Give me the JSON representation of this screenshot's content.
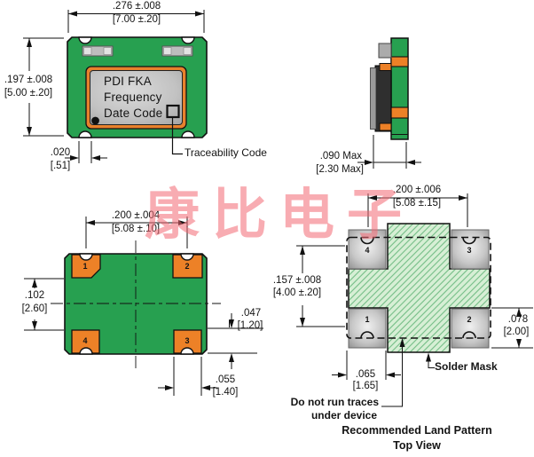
{
  "watermark_text": "康比电子",
  "top_view": {
    "marking_line1": "PDI FKA",
    "marking_line2": "Frequency",
    "marking_line3": "Date Code",
    "traceability_label": "Traceability Code",
    "dim_width_in": ".276 ±.008",
    "dim_width_mm": "[7.00 ±.20]",
    "dim_height_in": ".197 ±.008",
    "dim_height_mm": "[5.00 ±.20]",
    "dim_castellation_in": ".020",
    "dim_castellation_mm": "[.51]"
  },
  "side_view": {
    "dim_thickness_in": ".090 Max",
    "dim_thickness_mm": "[2.30 Max]"
  },
  "bottom_view": {
    "pin_top_left": "1",
    "pin_top_right": "2",
    "pin_bottom_left": "4",
    "pin_bottom_right": "3",
    "dim_pad_span_in": ".200 ±.004",
    "dim_pad_span_mm": "[5.08 ±.10]",
    "dim_pad_gap_in": ".102",
    "dim_pad_gap_mm": "[2.60]",
    "dim_pad_height_in": ".047",
    "dim_pad_height_mm": "[1.20]",
    "dim_pad_width_in": ".055",
    "dim_pad_width_mm": "[1.40]"
  },
  "land_pattern": {
    "pin_top_left": "4",
    "pin_top_right": "3",
    "pin_bottom_left": "1",
    "pin_bottom_right": "2",
    "dim_pad_span_in": ".200 ±.006",
    "dim_pad_span_mm": "[5.08 ±.15]",
    "dim_vertical_in": ".157 ±.008",
    "dim_vertical_mm": "[4.00 ±.20]",
    "dim_pad_height_in": ".078",
    "dim_pad_height_mm": "[2.00]",
    "dim_pad_width_in": ".065",
    "dim_pad_width_mm": "[1.65]",
    "solder_mask_label": "Solder Mask",
    "note_line1": "Do not run traces",
    "note_line2": "under device",
    "caption_line1": "Recommended Land Pattern",
    "caption_line2": "Top View"
  },
  "colors": {
    "body_green": "#27a050",
    "pad_orange": "#ed8127",
    "lid_frame_orange": "#e8812c",
    "mask_fill": "#d7efd5",
    "hatch_line": "#74bd86",
    "watermark_pink": "#f36872"
  }
}
